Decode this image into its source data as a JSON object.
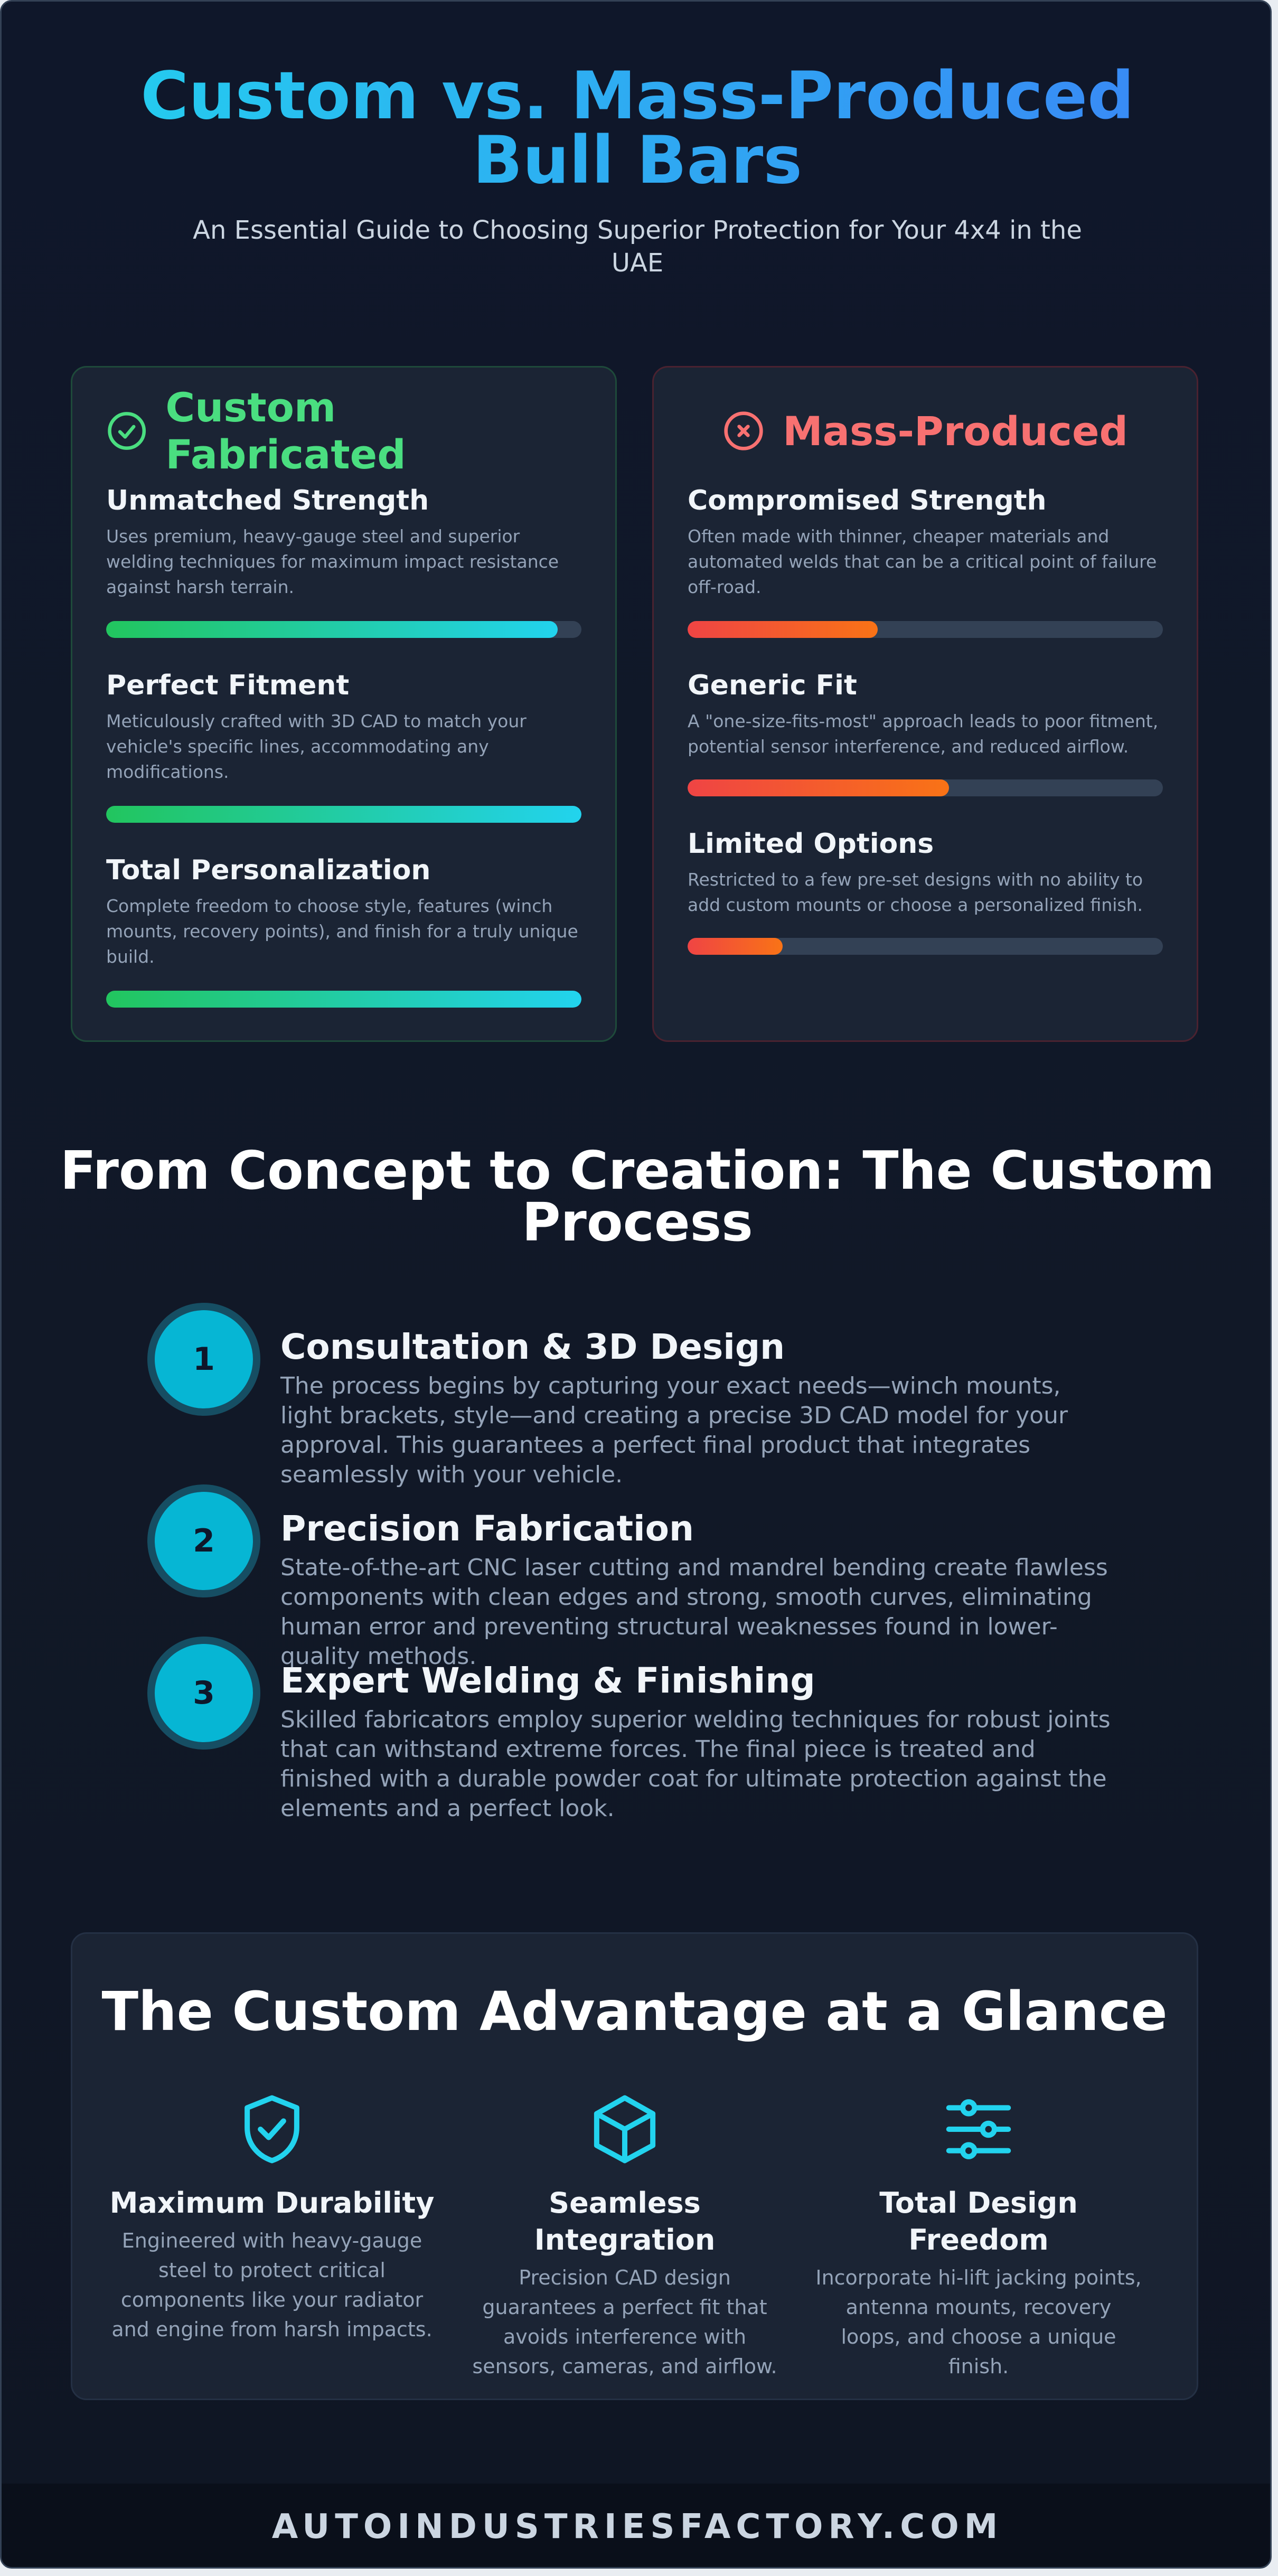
{
  "header": {
    "title": "Custom vs. Mass-Produced Bull Bars",
    "subtitle": "An Essential Guide to Choosing Superior Protection for Your 4x4 in the UAE"
  },
  "comparison": {
    "custom": {
      "title": "Custom Fabricated",
      "icon": "check-circle-icon",
      "color": "#4ade80",
      "features": [
        {
          "title": "Unmatched Strength",
          "description": "Uses premium, heavy-gauge steel and superior welding techniques for maximum impact resistance against harsh terrain.",
          "rating_percent": 95
        },
        {
          "title": "Perfect Fitment",
          "description": "Meticulously crafted with 3D CAD to match your vehicle's specific lines, accommodating any modifications.",
          "rating_percent": 100
        },
        {
          "title": "Total Personalization",
          "description": "Complete freedom to choose style, features (winch mounts, recovery points), and finish for a truly unique build.",
          "rating_percent": 100
        }
      ]
    },
    "mass": {
      "title": "Mass-Produced",
      "icon": "x-circle-icon",
      "color": "#f87171",
      "features": [
        {
          "title": "Compromised Strength",
          "description": "Often made with thinner, cheaper materials and automated welds that can be a critical point of failure off-road.",
          "rating_percent": 40
        },
        {
          "title": "Generic Fit",
          "description": "A \"one-size-fits-most\" approach leads to poor fitment, potential sensor interference, and reduced airflow.",
          "rating_percent": 55
        },
        {
          "title": "Limited Options",
          "description": "Restricted to a few pre-set designs with no ability to add custom mounts or choose a personalized finish.",
          "rating_percent": 20
        }
      ]
    }
  },
  "process": {
    "title": "From Concept to Creation: The Custom Process",
    "steps": [
      {
        "number": "1",
        "title": "Consultation & 3D Design",
        "description": "The process begins by capturing your exact needs—winch mounts, light brackets, style—and creating a precise 3D CAD model for your approval. This guarantees a perfect final product that integrates seamlessly with your vehicle."
      },
      {
        "number": "2",
        "title": "Precision Fabrication",
        "description": "State-of-the-art CNC laser cutting and mandrel bending create flawless components with clean edges and strong, smooth curves, eliminating human error and preventing structural weaknesses found in lower-quality methods."
      },
      {
        "number": "3",
        "title": "Expert Welding & Finishing",
        "description": "Skilled fabricators employ superior welding techniques for robust joints that can withstand extreme forces. The final piece is treated and finished with a durable powder coat for ultimate protection against the elements and a perfect look."
      }
    ]
  },
  "advantage": {
    "title": "The Custom Advantage at a Glance",
    "items": [
      {
        "icon": "shield-check-icon",
        "title": "Maximum Durability",
        "description": "Engineered with heavy-gauge steel to protect critical components like your radiator and engine from harsh impacts."
      },
      {
        "icon": "cube-icon",
        "title": "Seamless Integration",
        "description": "Precision CAD design guarantees a perfect fit that avoids interference with sensors, cameras, and airflow."
      },
      {
        "icon": "sliders-icon",
        "title": "Total Design Freedom",
        "description": "Incorporate hi-lift jacking points, antenna mounts, recovery loops, and choose a unique finish."
      }
    ]
  },
  "footer": {
    "text": "AUTOINDUSTRIESFACTORY.COM"
  },
  "colors": {
    "accent": "#22d3ee",
    "custom_green": "#4ade80",
    "mass_red": "#f87171",
    "step_circle": "#06b6d4"
  }
}
